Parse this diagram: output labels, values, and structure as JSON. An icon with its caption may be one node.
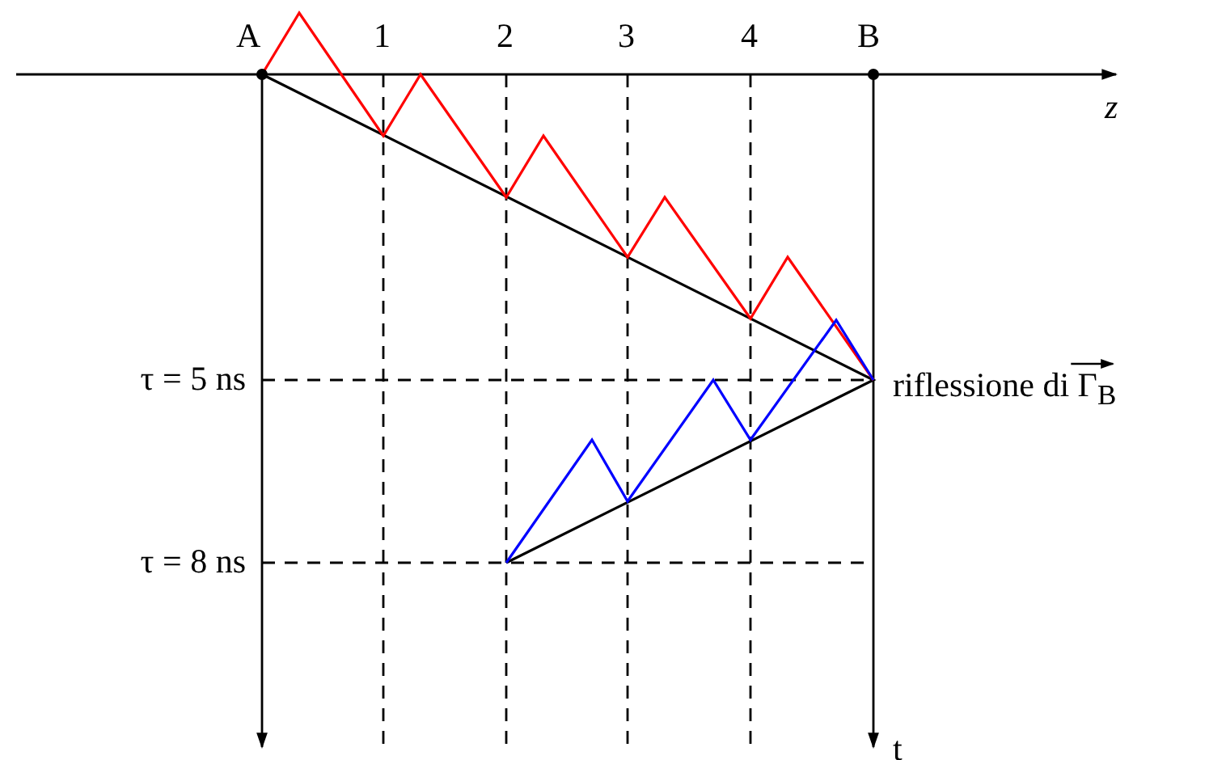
{
  "diagram": {
    "labels": [
      "A",
      "1",
      "2",
      "3",
      "4",
      "B",
      "z",
      "t",
      "τ = 5 ns",
      "riflessione di Γ$_{B}$",
      "τ = 8 ns"
    ]
  }
}
